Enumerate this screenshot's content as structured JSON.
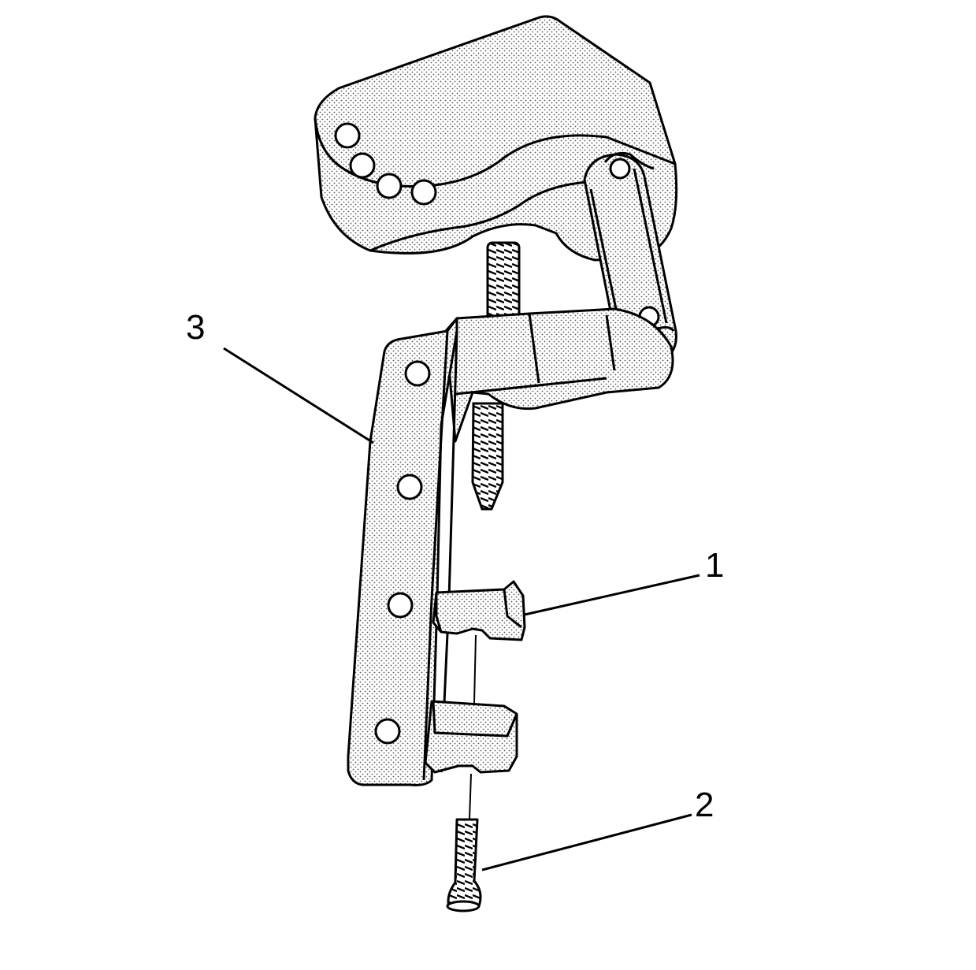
{
  "callouts": [
    {
      "number": "1"
    },
    {
      "number": "2"
    },
    {
      "number": "3"
    }
  ],
  "colors": {
    "line": "#000000",
    "fill_dots": "#555555",
    "background": "#ffffff"
  }
}
